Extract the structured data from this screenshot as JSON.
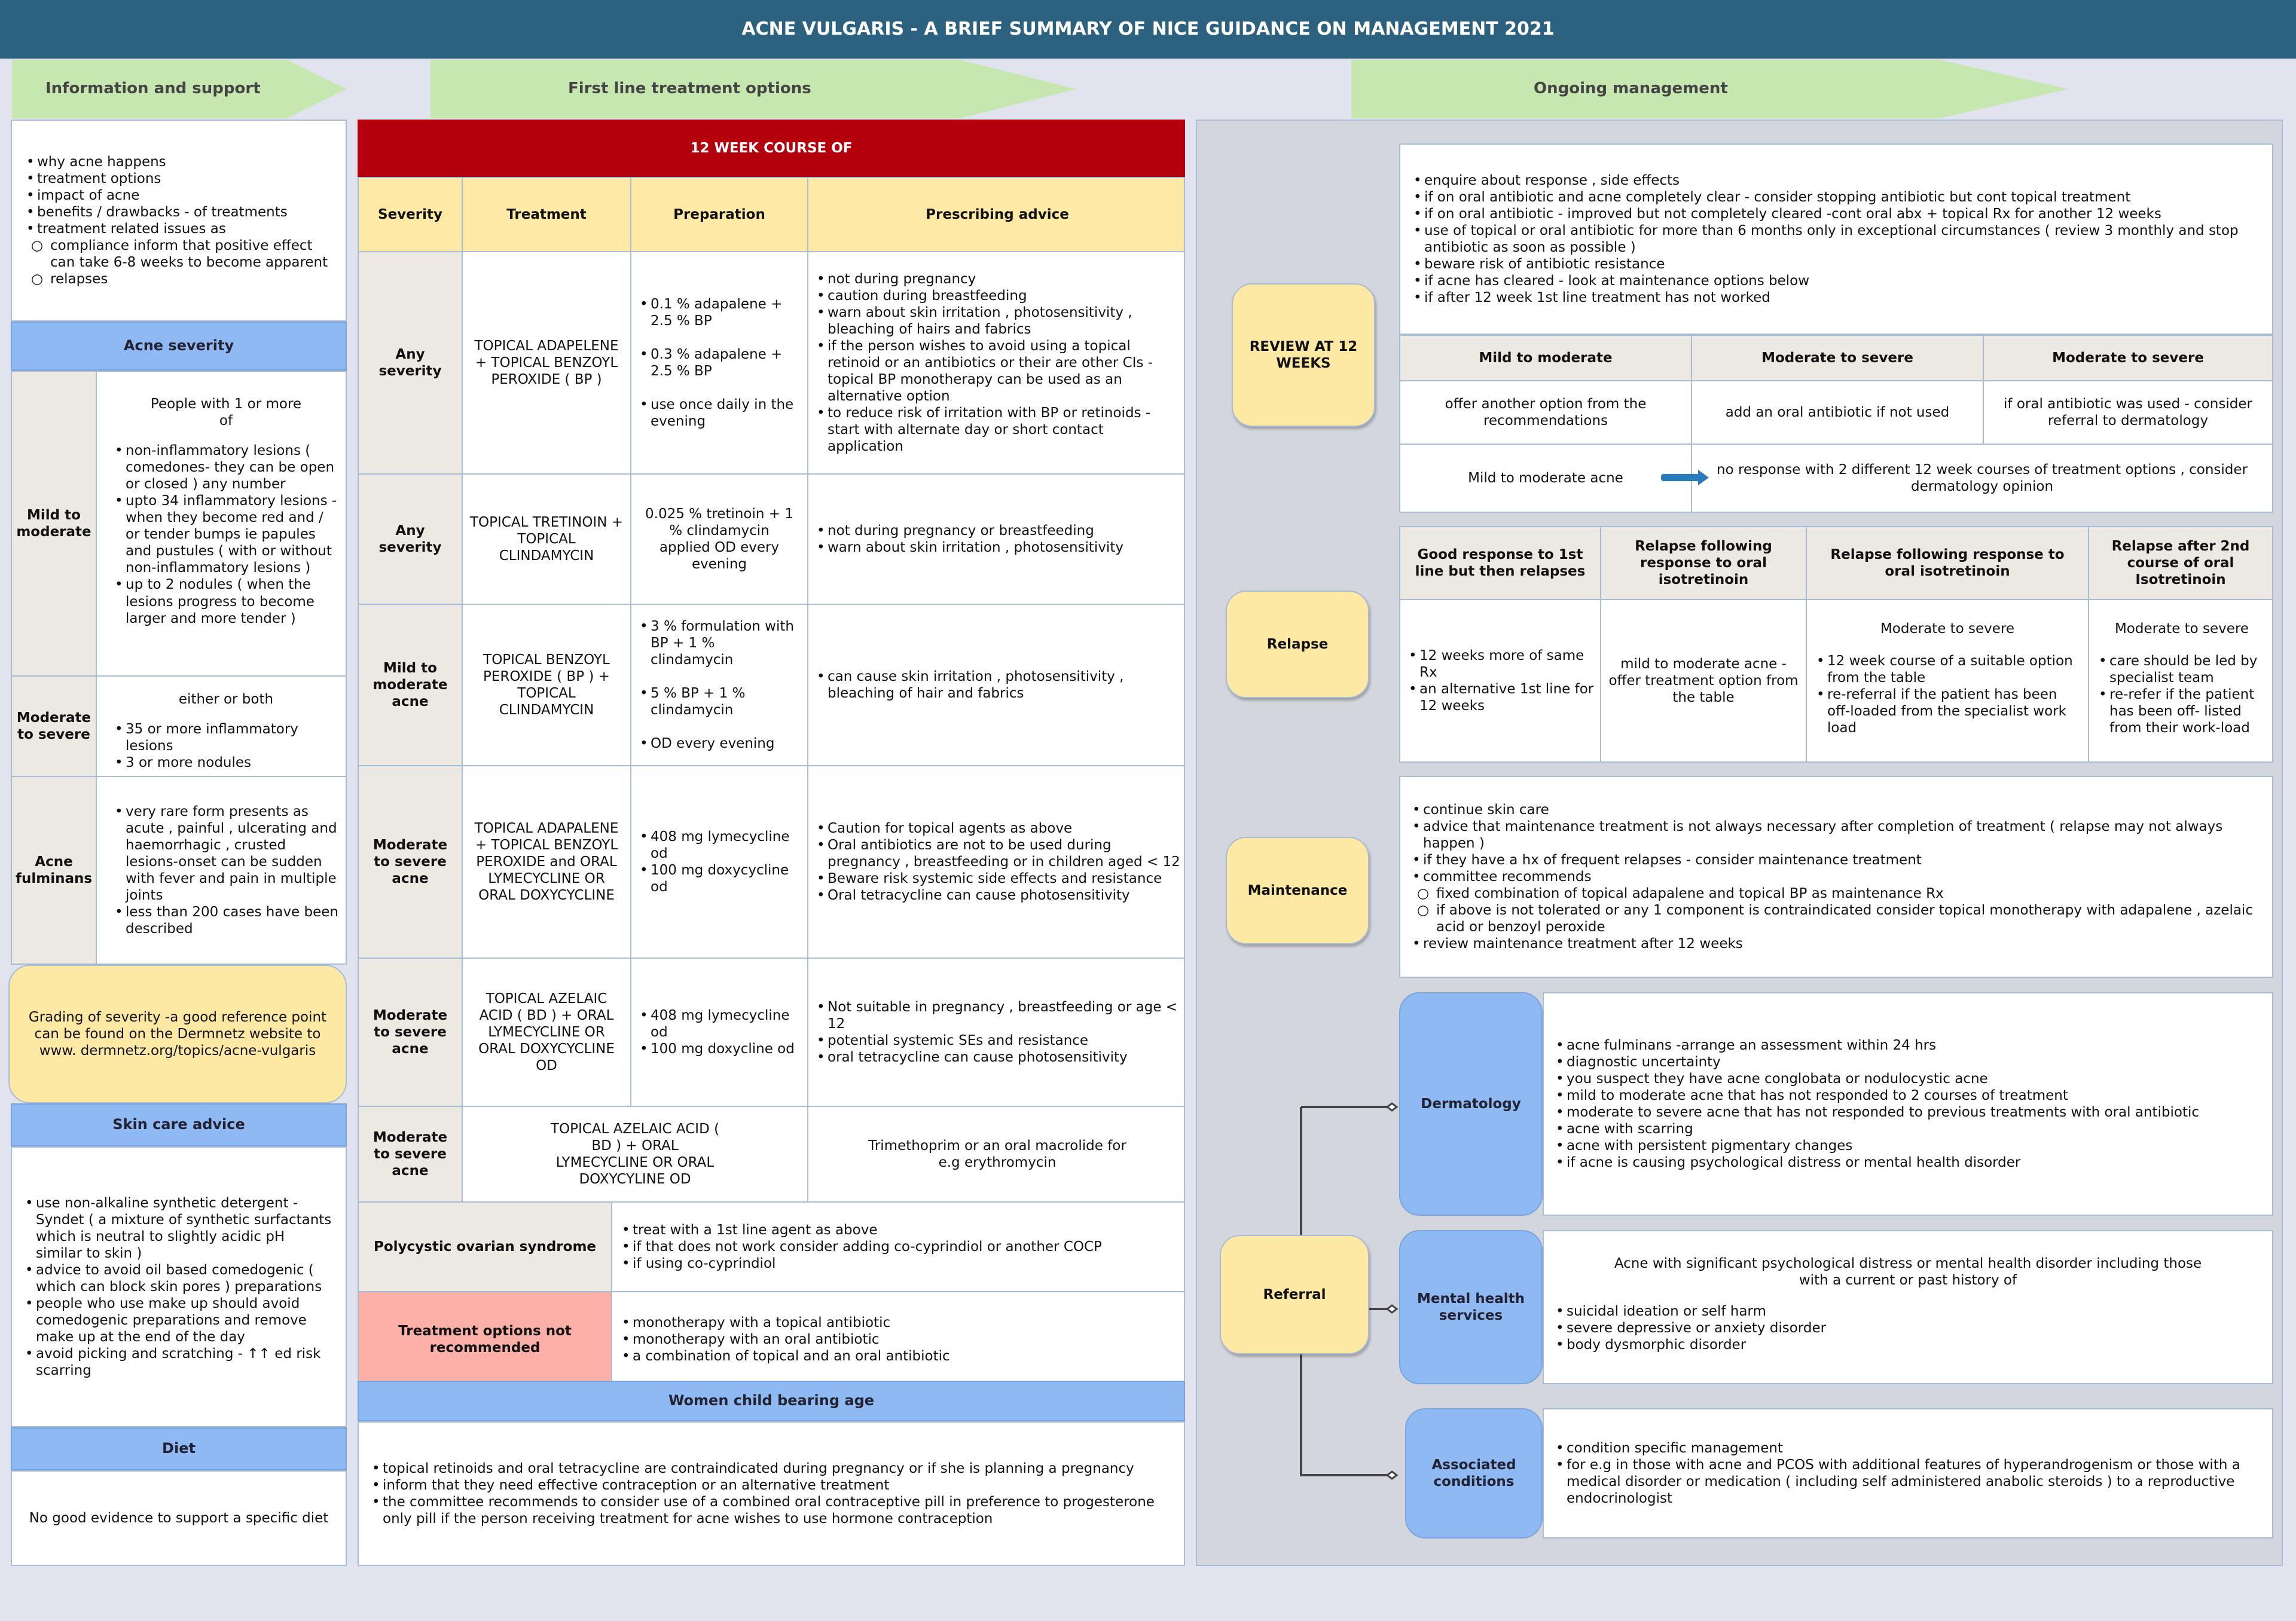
{
  "title": "ACNE VULGARIS - A BRIEF SUMMARY OF NICE GUIDANCE ON MANAGEMENT 2021",
  "headers": {
    "info": "Information and support",
    "first": "First line treatment options",
    "ongoing": "Ongoing management"
  },
  "info_items": [
    "why acne happens",
    "treatment options",
    "impact of acne",
    "benefits / drawbacks - of treatments",
    "treatment related issues as"
  ],
  "info_sub": [
    "compliance inform that positive effect can take 6-8 weeks to become apparent",
    "relapses"
  ],
  "severity": {
    "header": "Acne severity",
    "mild_label": "Mild to moderate",
    "mild_intro": "People with 1 or more of",
    "mild_items": [
      "non-inflammatory lesions ( comedones- they can be open or closed ) any number",
      "upto 34 inflammatory lesions - when they become red and / or tender bumps ie papules and pustules  ( with or without non-inflammatory lesions )",
      "up to 2 nodules ( when the lesions progress to become larger and more tender )"
    ],
    "mod_label": "Moderate to severe",
    "mod_intro": "either or both",
    "mod_items": [
      "35 or more inflammatory lesions",
      "3 or more nodules"
    ],
    "fulm_label": "Acne fulminans",
    "fulm_items": [
      "very rare form presents as acute , painful , ulcerating and haemorrhagic , crusted lesions-onset can be sudden with fever and pain in multiple joints",
      "less than 200 cases have been described"
    ]
  },
  "grading": "Grading of severity -a good reference point can be found on the Dermnetz website  to www. dermnetz.org/topics/acne-vulgaris",
  "skin": {
    "header": "Skin care advice",
    "items": [
      "use non-alkaline synthetic detergent - Syndet ( a mixture of synthetic surfactants which is neutral to slightly acidic pH similar to skin )",
      "advice to avoid oil based comedogenic ( which can block skin pores ) preparations",
      "people who use make up should avoid comedogenic preparations and remove make up at the end of the day",
      "avoid picking and scratching - ↑↑ ed risk scarring"
    ]
  },
  "diet": {
    "header": "Diet",
    "text": "No good evidence to support a specific diet"
  },
  "course": "12 WEEK COURSE OF",
  "table_headers": [
    "Severity",
    "Treatment",
    "Preparation",
    "Prescribing advice"
  ],
  "rows": [
    {
      "severity": "Any severity",
      "treatment": "TOPICAL ADAPELENE + TOPICAL BENZOYL PEROXIDE ( BP )",
      "prep": [
        "0.1 % adapalene + 2.5 % BP",
        "0.3 % adapalene + 2.5 % BP",
        "use once daily in the evening"
      ],
      "advice": [
        "not during pregnancy",
        "caution during breastfeeding",
        " warn about skin irritation , photosensitivity , bleaching of hairs and fabrics",
        "if the person wishes to avoid using a topical retinoid or an antibiotics or their are other CIs - topical BP monotherapy can be used as an alternative option",
        "to reduce risk of irritation with BP or retinoids - start with alternate day or short contact application"
      ]
    },
    {
      "severity": "Any severity",
      "treatment": "TOPICAL TRETINOIN + TOPICAL CLINDAMYCIN",
      "prep_text": "0.025 % tretinoin + 1 % clindamycin applied OD every evening",
      "advice": [
        "not during pregnancy or breastfeeding",
        "warn about skin irritation , photosensitivity"
      ]
    },
    {
      "severity": "Mild to moderate acne",
      "treatment": "TOPICAL BENZOYL PEROXIDE ( BP ) + TOPICAL CLINDAMYCIN",
      "prep": [
        "3 % formulation with BP + 1 % clindamycin",
        "5 % BP + 1 % clindamycin",
        "OD every evening"
      ],
      "advice": [
        "can cause skin irritation , photosensitivity , bleaching of hair and fabrics"
      ]
    },
    {
      "severity": "Moderate to severe acne",
      "treatment": "TOPICAL ADAPALENE + TOPICAL BENZOYL PEROXIDE and ORAL LYMECYCLINE OR ORAL DOXYCYCLINE",
      "prep": [
        "408 mg lymecycline od",
        "100 mg doxycycline od"
      ],
      "advice": [
        "Caution for topical agents as above",
        "Oral antibiotics are not to be used during pregnancy , breastfeeding or in children aged < 12",
        "Beware risk systemic side effects and resistance",
        "Oral tetracycline can cause photosensitivity"
      ]
    },
    {
      "severity": "Moderate to severe acne",
      "treatment": "TOPICAL AZELAIC ACID ( BD ) + ORAL LYMECYCLINE OR ORAL DOXYCYCLINE OD",
      "prep": [
        "408 mg lymecycline od",
        "100 mg doxycline od"
      ],
      "advice": [
        "Not suitable in pregnancy , breastfeeding or age < 12",
        "potential systemic SEs and resistance",
        "oral tetracycline can cause photosensitivity"
      ]
    },
    {
      "severity": "Moderate to severe acne",
      "treatment": "TOPICAL AZELAIC ACID ( BD ) + ORAL LYMECYCLINE OR ORAL DOXYCYLINE OD",
      "advice_text": "Trimethoprim or an oral macrolide for e.g erythromycin"
    }
  ],
  "pcos": {
    "label": "Polycystic ovarian syndrome",
    "items": [
      "treat with a 1st line agent as above",
      "if that does not work consider adding co-cyprindiol or another COCP",
      "if using co-cyprindiol"
    ]
  },
  "notrec": {
    "label": "Treatment options not recommended",
    "items": [
      "monotherapy with a topical antibiotic",
      "monotherapy with an oral antibiotic",
      "a combination of topical and an oral antibiotic"
    ]
  },
  "women": {
    "header": "Women child bearing age",
    "items": [
      "topical retinoids and oral tetracycline are contraindicated during pregnancy or if she is planning a pregnancy",
      "inform that they need effective contraception or an alternative treatment",
      "the committee recommends to consider use of a combined oral contraceptive pill in preference to  progesterone only pill if the person receiving treatment for acne wishes to use hormone contraception"
    ]
  },
  "review": {
    "label": "REVIEW AT 12 WEEKS",
    "items": [
      "enquire about response , side effects",
      "if on oral antibiotic and acne completely clear - consider stopping antibiotic but cont topical treatment",
      "if on oral antibiotic - improved but not completely cleared -cont oral abx + topical Rx for another 12 weeks",
      "use of topical or oral antibiotic for more than 6 months only in exceptional circumstances ( review  3 monthly and stop antibiotic as soon as possible )",
      "beware risk of antibiotic resistance",
      "if acne has cleared - look at maintenance options below",
      "if after 12 week 1st line treatment has not worked"
    ],
    "cols": [
      "Mild to moderate",
      "Moderate to severe",
      "Moderate to severe"
    ],
    "vals": [
      "offer another option from the recommendations",
      "add an oral antibiotic if not used",
      "if oral antibiotic was used - consider referral to dermatology"
    ],
    "mm_label": "Mild to moderate acne",
    "mm_text": "no response with 2 different 12 week courses of treatment options , consider dermatology opinion"
  },
  "relapse": {
    "label": "Relapse",
    "cols": [
      "Good response to 1st line but then relapses",
      "Relapse following response to oral isotretinoin",
      "Relapse following response to oral isotretinoin",
      "Relapse after 2nd course of  oral Isotretinoin"
    ],
    "c1": [
      "12 weeks more of same Rx",
      "an alternative 1st line for 12 weeks"
    ],
    "c2": "mild to moderate acne - offer treatment option from the table",
    "c3_head": "Moderate to severe",
    "c3": [
      "12 week course of a suitable option from the table",
      "re-referral if the patient has been off-loaded from the specialist work load"
    ],
    "c4_head": "Moderate to severe",
    "c4": [
      "care should be led by specialist team",
      "re-refer if the patient has been off- listed from their work-load"
    ]
  },
  "maintenance": {
    "label": "Maintenance",
    "items": [
      "continue skin care",
      "advice that maintenance treatment is not always necessary after completion of treatment ( relapse may not always happen )",
      "if they have a hx of frequent relapses - consider maintenance treatment",
      "committee recommends"
    ],
    "sub": [
      "fixed combination of topical adapalene and topical BP as maintenance Rx",
      "if above is not tolerated or any 1 component is contraindicated consider topical monotherapy with adapalene , azelaic acid or benzoyl peroxide"
    ],
    "last": "review maintenance treatment after 12 weeks"
  },
  "referral": {
    "label": "Referral",
    "derm": {
      "label": "Dermatology",
      "items": [
        "acne fulminans -arrange an assessment within 24 hrs",
        "diagnostic uncertainty",
        "you suspect they have acne conglobata or nodulocystic acne",
        "mild  to moderate acne that has not responded to 2 courses of treatment",
        "moderate to severe acne that has not responded to previous treatments with oral antibiotic",
        "acne with scarring",
        "acne with persistent pigmentary changes",
        "if acne is causing psychological distress or mental health disorder"
      ]
    },
    "mh": {
      "label": "Mental health services",
      "intro": "Acne with significant psychological distress or mental health disorder including those with a current or past history of",
      "items": [
        "suicidal ideation or self harm",
        "severe depressive or anxiety disorder",
        "body dysmorphic disorder"
      ]
    },
    "assoc": {
      "label": "Associated conditions",
      "items": [
        "condition specific management",
        "for e.g in those with acne and PCOS with additional features of hyperandrogenism or those with a medical disorder or medication ( including self administered anabolic steroids ) to a reproductive endocrinologist"
      ]
    }
  }
}
